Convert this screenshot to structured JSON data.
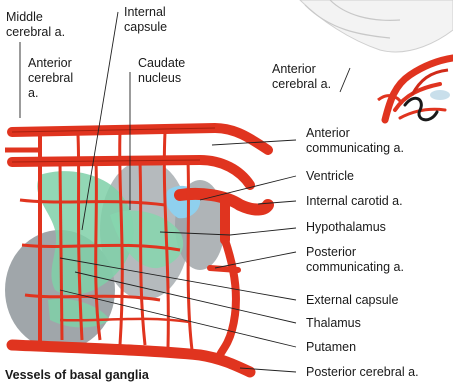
{
  "labels": {
    "middle_cerebral": [
      "Middle",
      "cerebral a."
    ],
    "internal_capsule": [
      "Internal",
      "capsule"
    ],
    "anterior_cerebral_left": [
      "Anterior",
      "cerebral",
      "a."
    ],
    "caudate_nucleus": [
      "Caudate",
      "nucleus"
    ],
    "anterior_cerebral_inset": [
      "Anterior",
      "cerebral a."
    ],
    "anterior_communicating": [
      "Anterior",
      "communicating a."
    ],
    "ventricle": "Ventricle",
    "internal_carotid": "Internal carotid a.",
    "hypothalamus": "Hypothalamus",
    "posterior_communicating": [
      "Posterior",
      "communicating a."
    ],
    "external_capsule": "External capsule",
    "thalamus": "Thalamus",
    "putamen": "Putamen",
    "posterior_cerebral": "Posterior cerebral a."
  },
  "caption": "Vessels of basal ganglia",
  "colors": {
    "artery": "#e0341f",
    "artery_dark": "#a8200f",
    "gray_matter": "#9aa0a4",
    "green_structure": "#7fd0a8",
    "ventricle": "#8fd0ee",
    "leader": "#222222"
  }
}
